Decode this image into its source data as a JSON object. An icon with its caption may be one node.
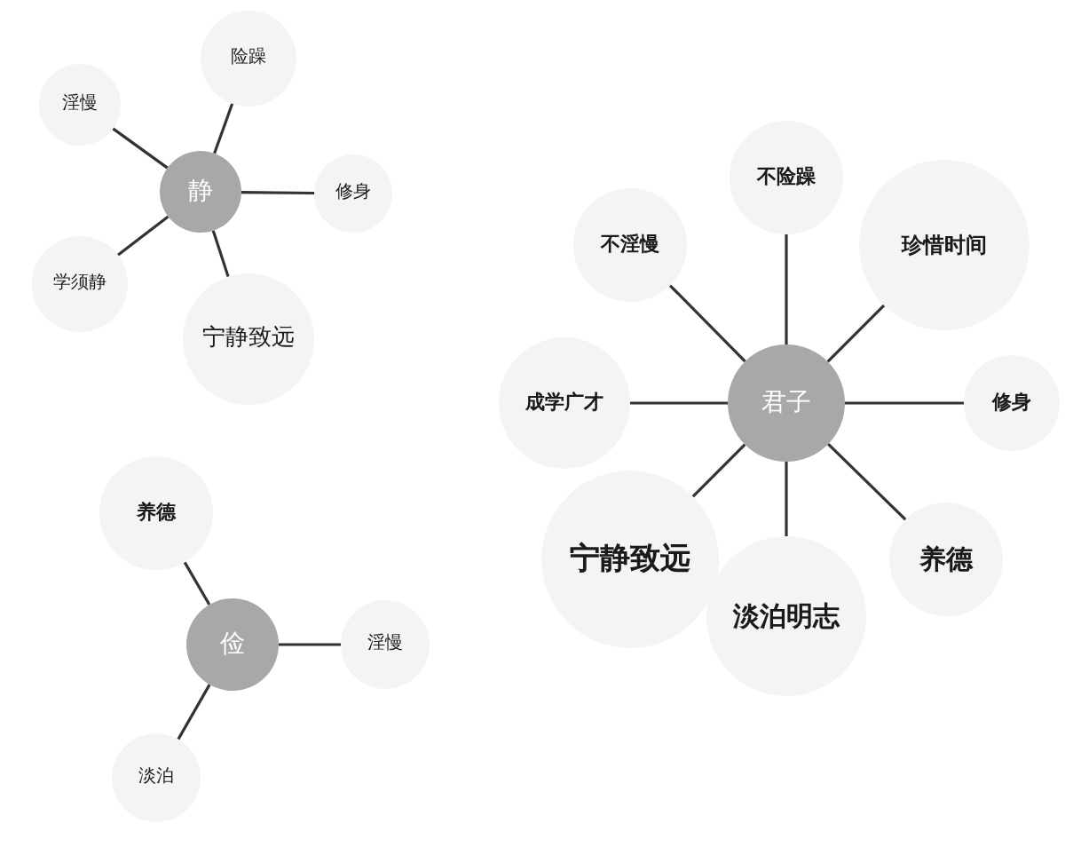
{
  "diagram": {
    "nodes": [
      {
        "text": [
          "静"
        ]
      },
      {
        "text": [
          "险躁"
        ]
      },
      {
        "text": [
          "淫慢"
        ]
      },
      {
        "text": [
          "修身"
        ]
      },
      {
        "text": [
          "学须静"
        ]
      },
      {
        "text": [
          "宁静致远"
        ]
      },
      {
        "text": [
          "君子"
        ]
      },
      {
        "text": [
          "不险躁"
        ]
      },
      {
        "text": [
          "不淫慢"
        ]
      },
      {
        "text": [
          "珍惜时间"
        ]
      },
      {
        "text": [
          "成学广才"
        ]
      },
      {
        "text": [
          "修身"
        ]
      },
      {
        "text": [
          "宁静致远"
        ]
      },
      {
        "text": [
          "淡泊明志"
        ]
      },
      {
        "text": [
          "养德"
        ]
      },
      {
        "text": [
          "俭"
        ]
      },
      {
        "text": [
          "养德"
        ]
      },
      {
        "text": [
          "淫慢"
        ]
      },
      {
        "text": [
          "淡泊"
        ]
      }
    ],
    "edges": [
      {
        "from": 0,
        "to": 1,
        "arrow": "none"
      },
      {
        "from": 0,
        "to": 2,
        "arrow": "none"
      },
      {
        "from": 0,
        "to": 3,
        "arrow": "none"
      },
      {
        "from": 0,
        "to": 4,
        "arrow": "none"
      },
      {
        "from": 0,
        "to": 5,
        "arrow": "none"
      },
      {
        "from": 6,
        "to": 7,
        "arrow": "none"
      },
      {
        "from": 6,
        "to": 8,
        "arrow": "none"
      },
      {
        "from": 6,
        "to": 9,
        "arrow": "none"
      },
      {
        "from": 6,
        "to": 10,
        "arrow": "none"
      },
      {
        "from": 6,
        "to": 11,
        "arrow": "none"
      },
      {
        "from": 6,
        "to": 12,
        "arrow": "none"
      },
      {
        "from": 6,
        "to": 13,
        "arrow": "none"
      },
      {
        "from": 6,
        "to": 14,
        "arrow": "none"
      },
      {
        "from": 15,
        "to": 16,
        "arrow": "none"
      },
      {
        "from": 15,
        "to": 17,
        "arrow": "none"
      },
      {
        "from": 15,
        "to": 18,
        "arrow": "none"
      }
    ]
  }
}
